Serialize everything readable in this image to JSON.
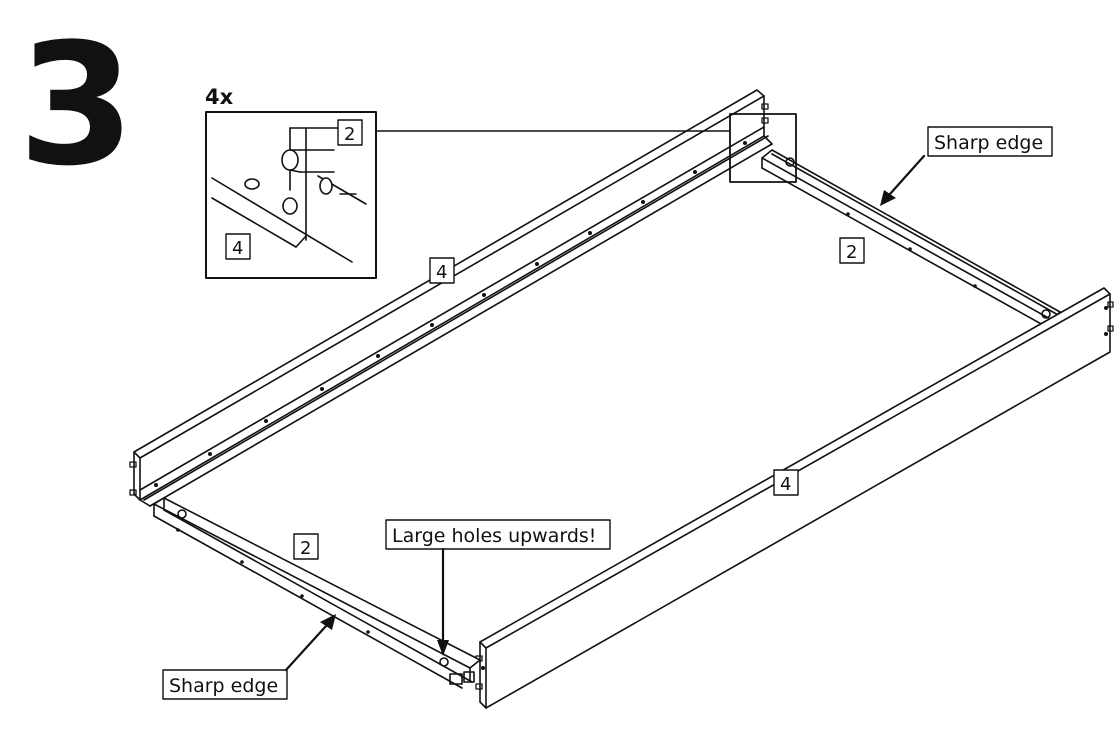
{
  "step_number": "3",
  "detail": {
    "quantity": "4x",
    "part_a": "2",
    "part_b": "4"
  },
  "callouts": {
    "sharp_edge_top": "Sharp edge",
    "sharp_edge_bottom": "Sharp edge",
    "large_holes": "Large holes upwards!"
  },
  "part_labels": {
    "left_rail": "4",
    "right_rail": "4",
    "top_crossbar": "2",
    "bottom_crossbar": "2"
  },
  "colors": {
    "line": "#111111",
    "background": "#ffffff"
  }
}
